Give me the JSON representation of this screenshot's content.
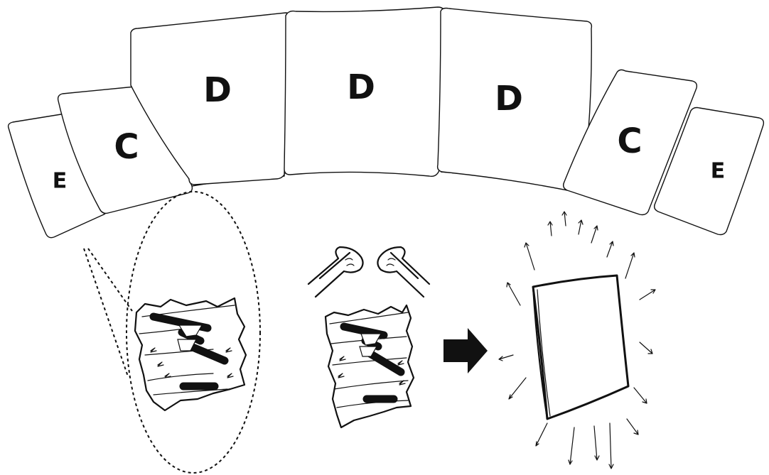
{
  "cushions": [
    {
      "id": "left-e",
      "label": "E"
    },
    {
      "id": "left-c",
      "label": "C"
    },
    {
      "id": "center-left-d",
      "label": "D"
    },
    {
      "id": "center-d",
      "label": "D"
    },
    {
      "id": "center-right-d",
      "label": "D"
    },
    {
      "id": "right-c",
      "label": "C"
    },
    {
      "id": "right-e",
      "label": "E"
    }
  ],
  "steps": [
    {
      "id": "compressed-cushion-detail",
      "icon": "compressed-cushion-icon"
    },
    {
      "id": "unpack-cushion",
      "icon": "hands-pulling-icon"
    },
    {
      "id": "arrow",
      "icon": "arrow-right-icon"
    },
    {
      "id": "expanded-cushion",
      "icon": "fluffed-cushion-icon"
    }
  ]
}
